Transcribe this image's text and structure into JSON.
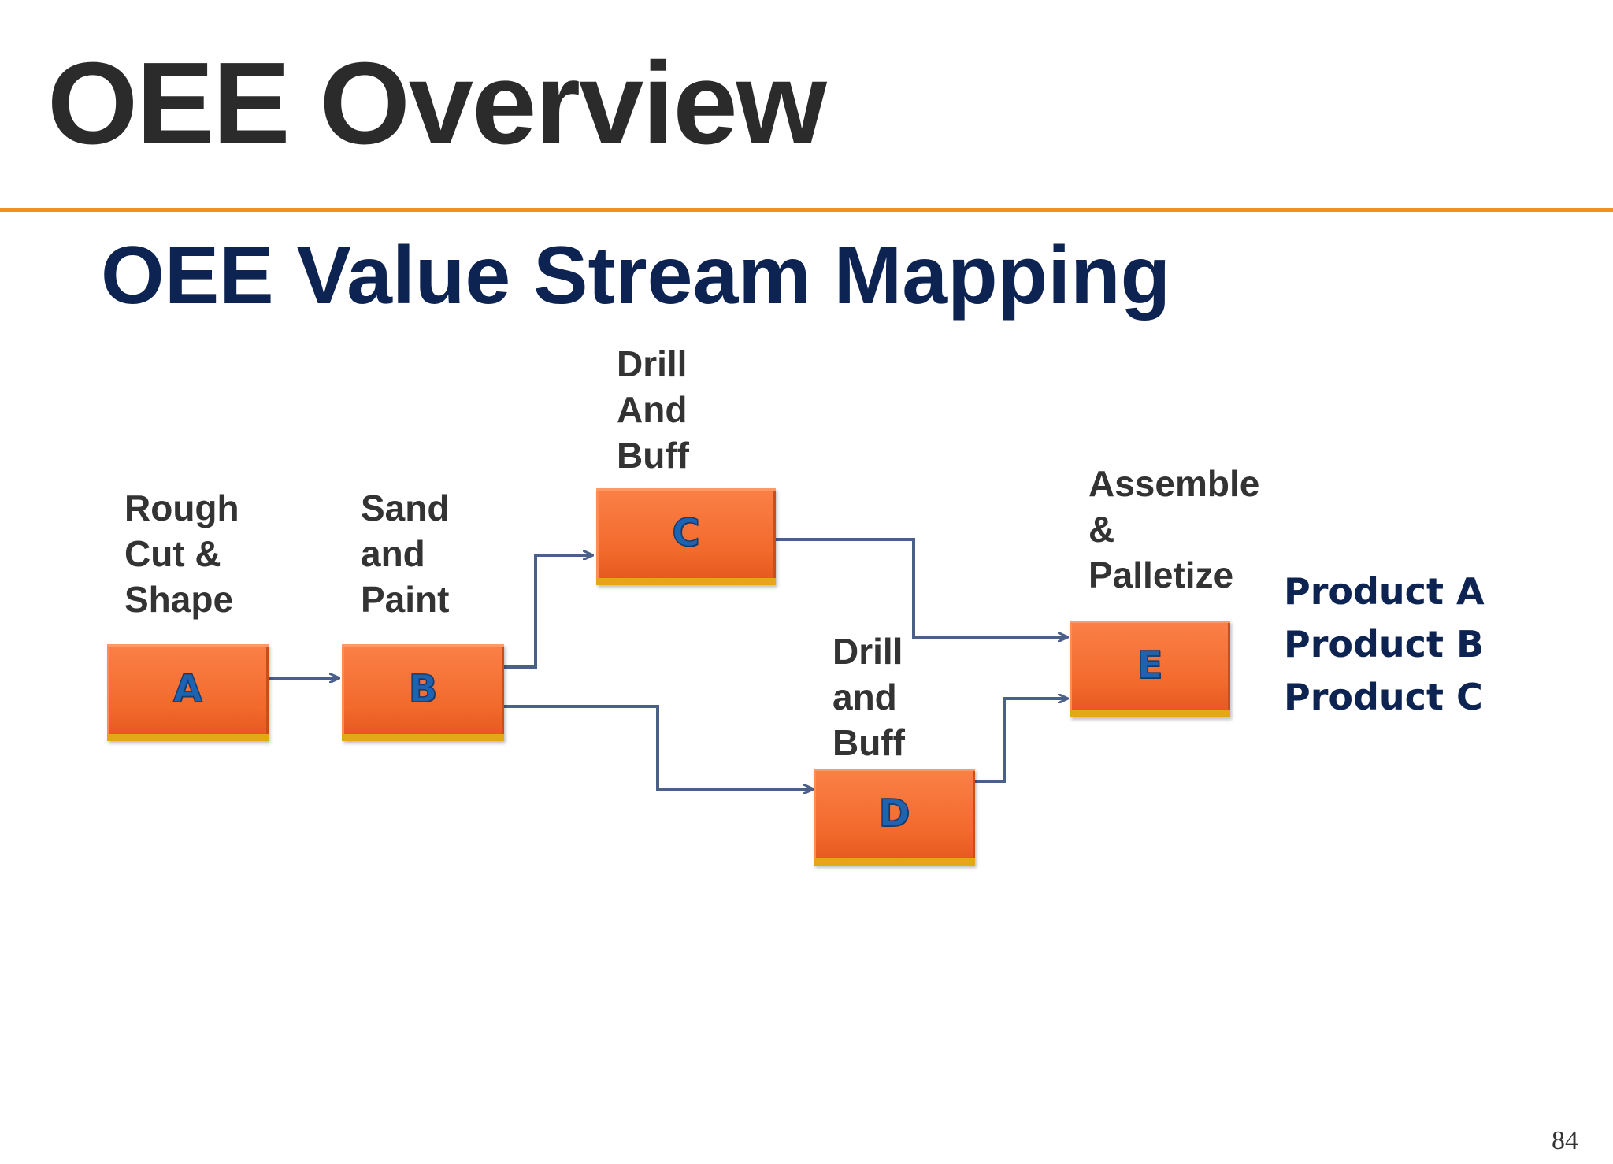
{
  "slide": {
    "title": "OEE Overview",
    "subtitle": "OEE Value Stream Mapping",
    "page_number": "84",
    "colors": {
      "title": "#2b2b2b",
      "subtitle": "#0d2352",
      "rule": "#f0901e",
      "box_fill": "#f26a2c",
      "box_bottom": "#e2a914",
      "box_letter": "#1e63b0",
      "arrow": "#4a5f8a"
    }
  },
  "steps": [
    {
      "id": "A",
      "label": [
        "Rough",
        "Cut &",
        "Shape"
      ]
    },
    {
      "id": "B",
      "label": [
        "Sand",
        "and",
        "Paint"
      ]
    },
    {
      "id": "C",
      "label": [
        "Drill",
        "And",
        "Buff"
      ]
    },
    {
      "id": "D",
      "label": [
        "Drill",
        "and",
        "Buff"
      ]
    },
    {
      "id": "E",
      "label": [
        "Assemble",
        "&",
        "Palletize"
      ]
    }
  ],
  "flows": [
    {
      "from": "A",
      "to": "B"
    },
    {
      "from": "B",
      "to": "C"
    },
    {
      "from": "B",
      "to": "D"
    },
    {
      "from": "C",
      "to": "E"
    },
    {
      "from": "D",
      "to": "E"
    }
  ],
  "products": [
    "Product A",
    "Product B",
    "Product C"
  ]
}
